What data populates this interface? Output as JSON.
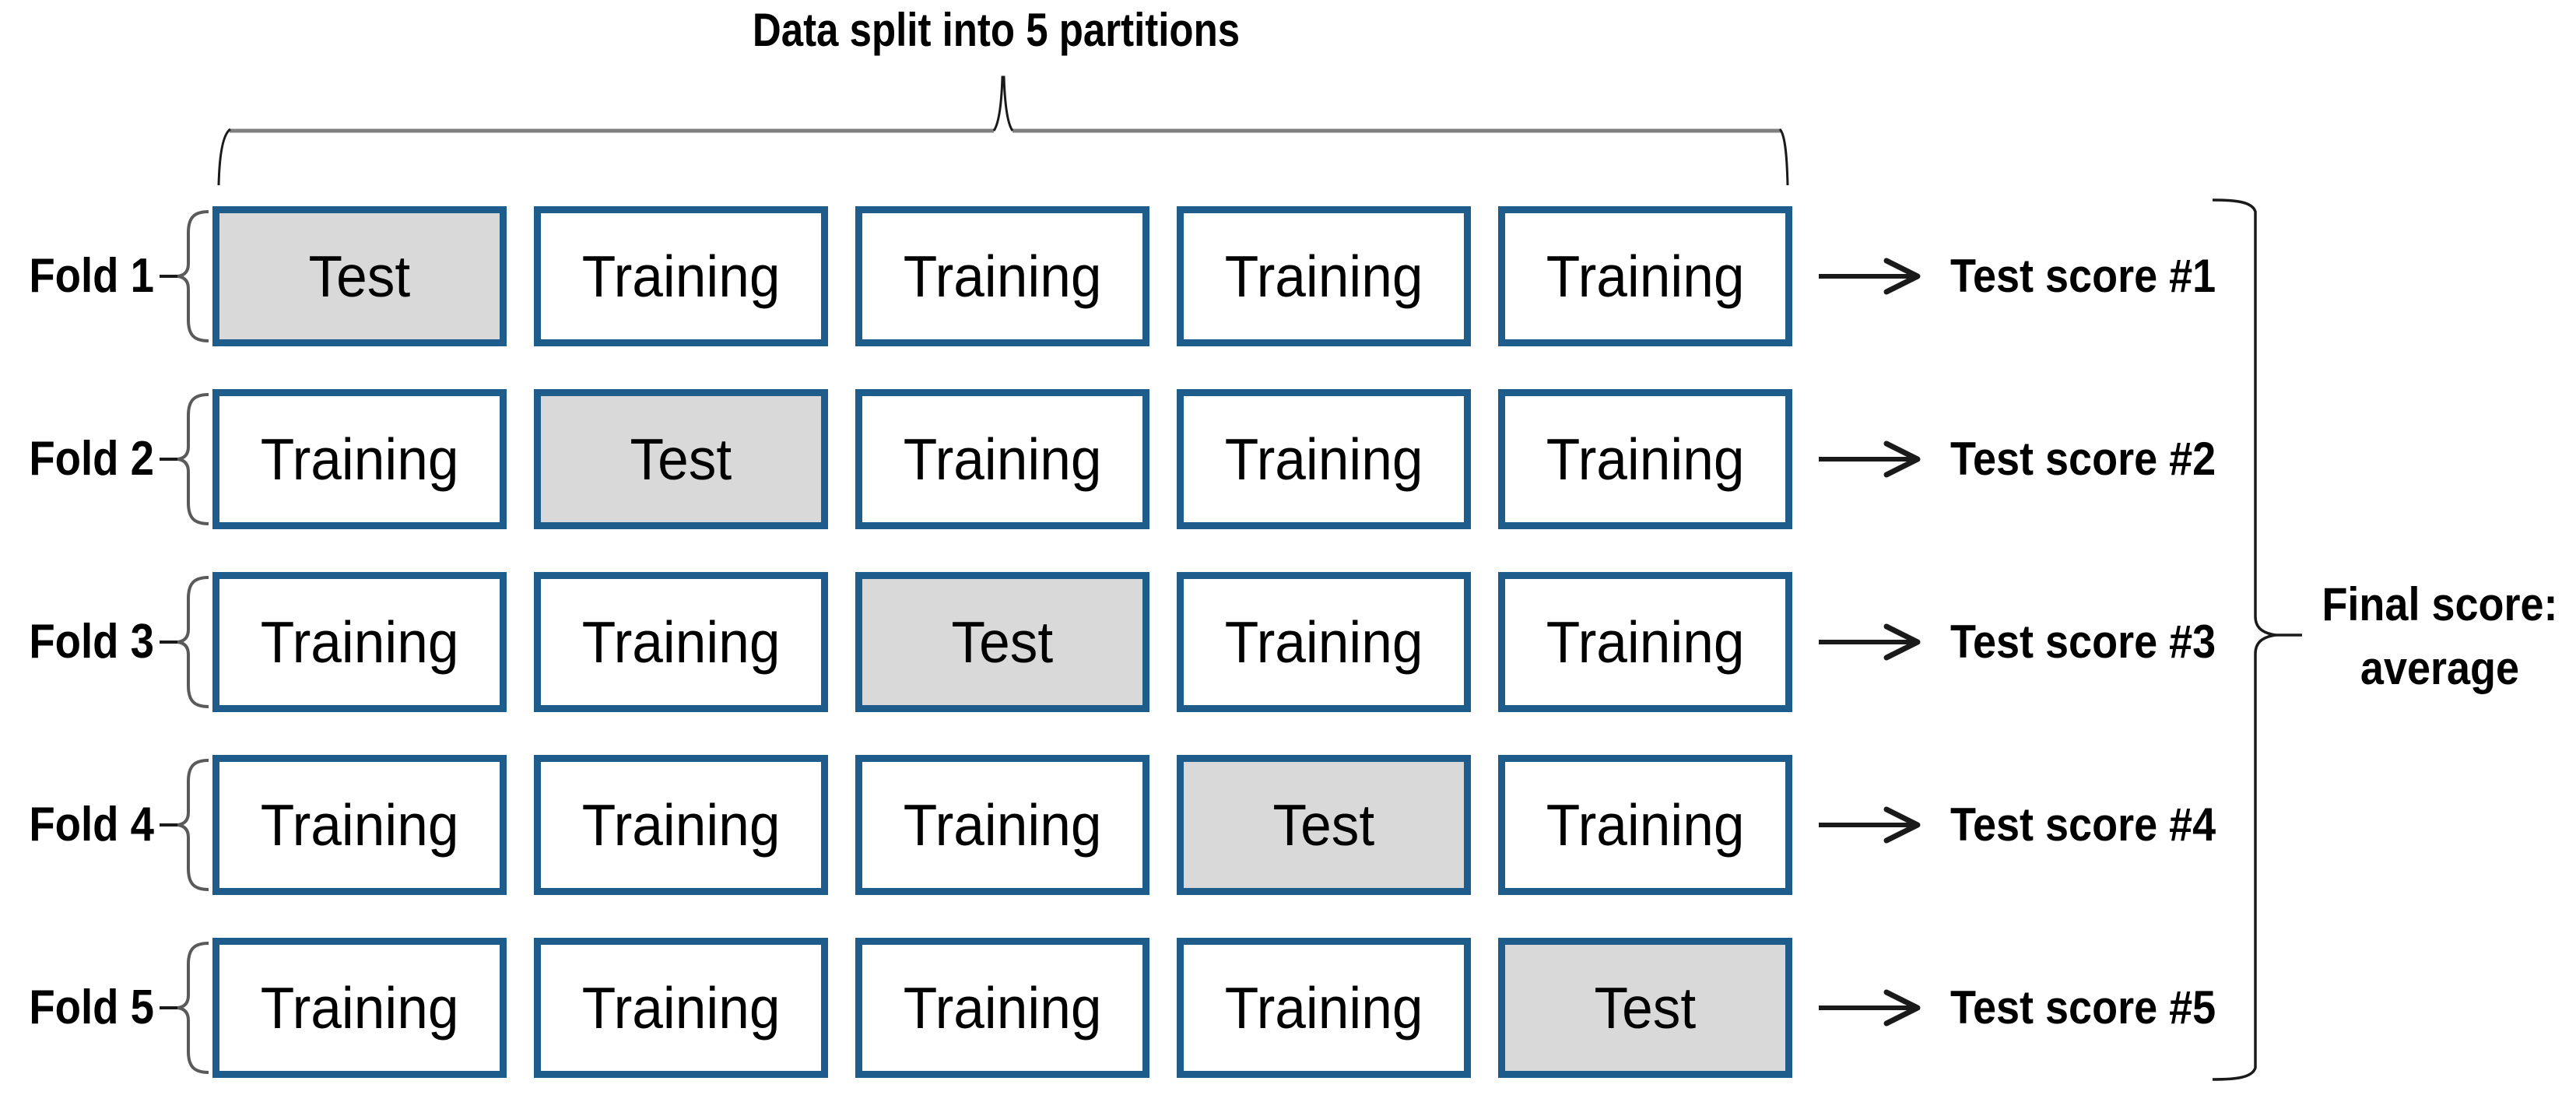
{
  "title": "Data split into 5 partitions",
  "colors": {
    "box_border": "#1E5C8C",
    "test_fill": "#D9D9D9",
    "training_fill": "#FFFFFF",
    "brace_gray": "#7F7F7F",
    "ink": "#1A1A1A"
  },
  "folds": [
    {
      "label": "Fold 1",
      "cells": [
        "Test",
        "Training",
        "Training",
        "Training",
        "Training"
      ],
      "score_label": "Test score #1"
    },
    {
      "label": "Fold 2",
      "cells": [
        "Training",
        "Test",
        "Training",
        "Training",
        "Training"
      ],
      "score_label": "Test score #2"
    },
    {
      "label": "Fold 3",
      "cells": [
        "Training",
        "Training",
        "Test",
        "Training",
        "Training"
      ],
      "score_label": "Test score #3"
    },
    {
      "label": "Fold 4",
      "cells": [
        "Training",
        "Training",
        "Training",
        "Test",
        "Training"
      ],
      "score_label": "Test score #4"
    },
    {
      "label": "Fold 5",
      "cells": [
        "Training",
        "Training",
        "Training",
        "Training",
        "Test"
      ],
      "score_label": "Test score #5"
    }
  ],
  "final_score": {
    "line1": "Final score:",
    "line2": "average"
  }
}
